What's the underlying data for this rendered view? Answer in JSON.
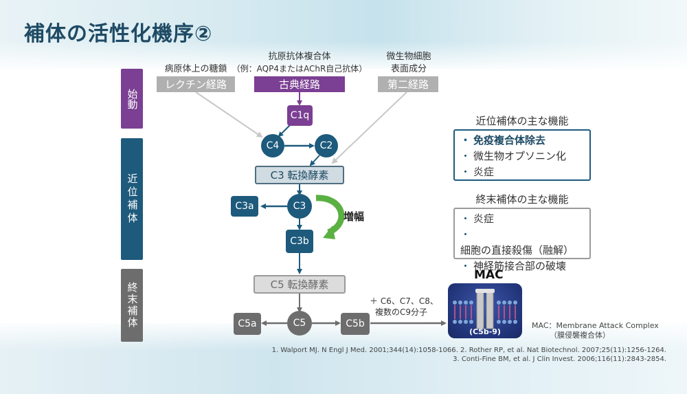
{
  "title": "補体の活性化機序②",
  "stages": {
    "initiation": "始動",
    "proximal": "近位補体",
    "terminal": "終末補体"
  },
  "top": {
    "lectin_caption": "病原体上の糖鎖",
    "lectin_label": "レクチン経路",
    "classical_caption_1": "抗原抗体複合体",
    "classical_caption_2": "（例：AQP4またはAChR自己抗体）",
    "classical_label": "古典経路",
    "alternative_caption_1": "微生物細胞",
    "alternative_caption_2": "表面成分",
    "alternative_label": "第二経路"
  },
  "nodes": {
    "c1q": "C1q",
    "c4": "C4",
    "c2": "C2",
    "c3_convertase": "C3 転換酵素",
    "c3a": "C3a",
    "c3": "C3",
    "amplification": "増幅",
    "c3b": "C3b",
    "c5_convertase": "C5 転換酵素",
    "c5a": "C5a",
    "c5": "C5",
    "c5b": "C5b",
    "c6_line1": "＋ C6、C7、C8、",
    "c6_line2": "複数のC9分子",
    "mac": "MAC",
    "mac_label": "(C5b-9)"
  },
  "proximal_panel": {
    "title": "近位補体の主な機能",
    "items": [
      "免疫複合体除去",
      "微生物オプソニン化",
      "炎症"
    ]
  },
  "terminal_panel": {
    "title": "終末補体の主な機能",
    "items": [
      "炎症",
      "細胞の直接殺傷（融解）",
      "神経筋接合部の破壊"
    ]
  },
  "mac_note": {
    "line1": "MAC：Membrane Attack Complex",
    "line2": "（膜侵襲複合体）"
  },
  "references": [
    "1. Walport MJ. N Engl J Med. 2001;344(14):1058-1066. 2. Rother RP, et al. Nat Biotechnol. 2007;25(11):1256-1264.",
    "3. Conti-Fine BM, et al. J Clin Invest. 2006;116(11):2843-2854."
  ],
  "colors": {
    "navy": "#1d5a7c",
    "purple": "#7b3f93",
    "gray": "#6d6d6d",
    "green": "#5bb043"
  }
}
